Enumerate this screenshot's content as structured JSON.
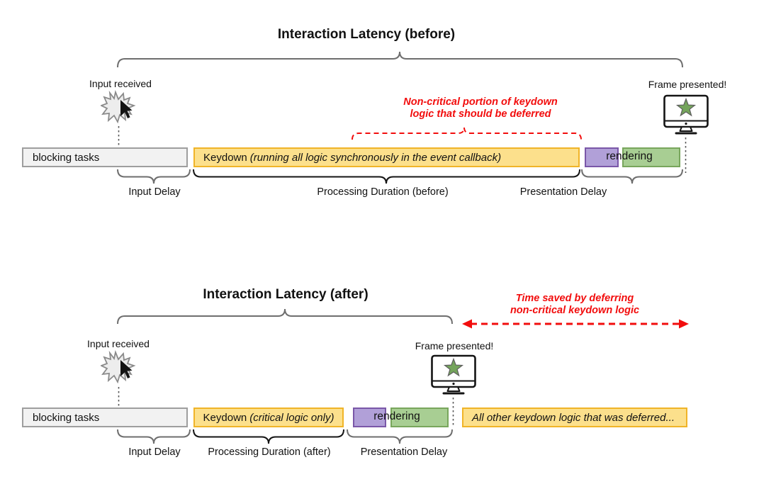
{
  "colors": {
    "gray_fill": "#F2F2F2",
    "gray_border": "#9E9E9E",
    "yellow_fill": "#FCE08C",
    "yellow_border": "#F0B428",
    "purple_fill": "#B1A0D8",
    "purple_border": "#7A57A8",
    "green_fill": "#A8CE93",
    "green_border": "#78A65C",
    "annotation_red": "#F20D0D",
    "brace_gray": "#6E6E6E",
    "brace_black": "#141414",
    "connector_gray": "#555555",
    "star_green": "#74A45B",
    "text_black": "#111111"
  },
  "sections": {
    "before": {
      "title": "Interaction Latency (before)",
      "input_received": "Input received",
      "frame_presented": "Frame presented!",
      "annotation": {
        "line1": "Non-critical portion of keydown",
        "line2": "logic that should be deferred"
      },
      "bars": {
        "blocking": "blocking tasks",
        "keydown_prefix": "Keydown",
        "keydown_detail": "(running all logic synchronously in the event callback)",
        "rendering": "rendering"
      },
      "labels": {
        "input_delay": "Input Delay",
        "processing": "Processing Duration (before)",
        "presentation": "Presentation Delay"
      }
    },
    "after": {
      "title": "Interaction Latency (after)",
      "input_received": "Input received",
      "frame_presented": "Frame presented!",
      "annotation": {
        "line1": "Time saved by deferring",
        "line2": "non-critical keydown logic"
      },
      "bars": {
        "blocking": "blocking tasks",
        "keydown_prefix": "Keydown",
        "keydown_detail": "(critical logic only)",
        "rendering": "rendering",
        "deferred": "All other keydown logic that was deferred..."
      },
      "labels": {
        "input_delay": "Input Delay",
        "processing": "Processing Duration (after)",
        "presentation": "Presentation Delay"
      }
    }
  }
}
